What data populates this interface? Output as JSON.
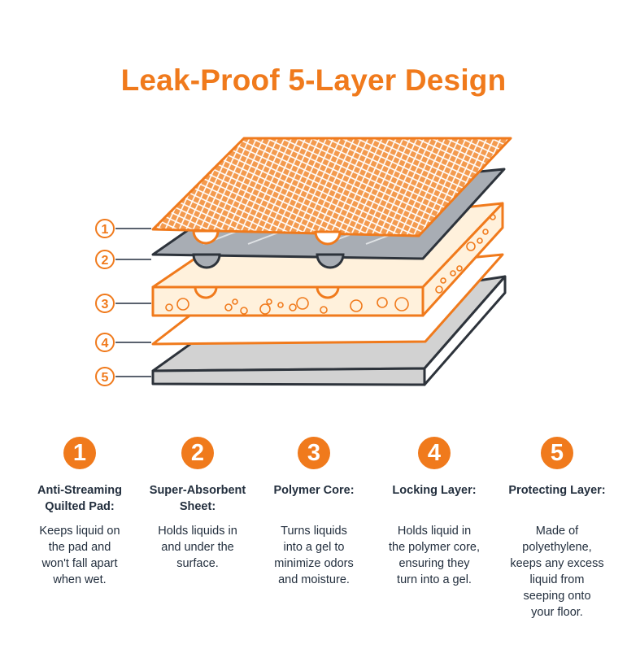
{
  "title": "Leak-Proof 5-Layer Design",
  "accent_color": "#f07a1c",
  "layer_markers": [
    "1",
    "2",
    "3",
    "4",
    "5"
  ],
  "layers": [
    {
      "number": "1",
      "title": "Anti-Streaming\nQuilted Pad:",
      "description": "Keeps liquid on\nthe pad and\nwon't fall apart\nwhen wet."
    },
    {
      "number": "2",
      "title": "Super-Absorbent\nSheet:",
      "description": "Holds liquids in\nand under the\nsurface."
    },
    {
      "number": "3",
      "title": "Polymer Core:",
      "description": "Turns liquids\ninto a gel to\nminimize odors\nand moisture."
    },
    {
      "number": "4",
      "title": "Locking Layer:",
      "description": "Holds liquid in\nthe polymer core,\nensuring they\nturn into a gel."
    },
    {
      "number": "5",
      "title": "Protecting Layer:",
      "description": "Made of\npolyethylene,\nkeeps any excess\nliquid from\nseeping onto\nyour floor."
    }
  ]
}
